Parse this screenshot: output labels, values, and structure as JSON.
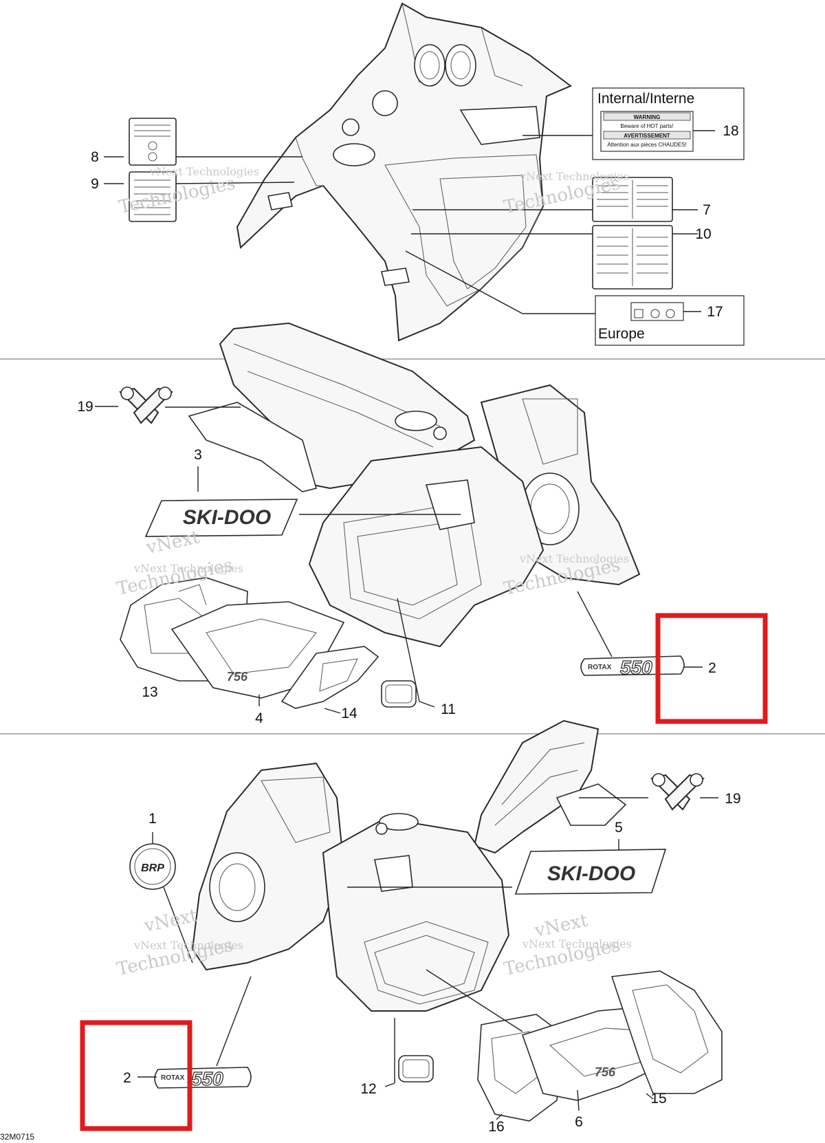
{
  "callouts": {
    "c1": "1",
    "c2a": "2",
    "c2b": "2",
    "c3": "3",
    "c4": "4",
    "c5": "5",
    "c6": "6",
    "c7": "7",
    "c8": "8",
    "c9": "9",
    "c10": "10",
    "c11": "11",
    "c12": "12",
    "c13": "13",
    "c14": "14",
    "c15": "15",
    "c16": "16",
    "c17": "17",
    "c18": "18",
    "c19a": "19",
    "c19b": "19"
  },
  "boxes": {
    "internal_title": "Internal/Interne",
    "europe_title": "Europe"
  },
  "decals": {
    "warning_word": "WARNING",
    "hot_en": "Beware of HOT parts!",
    "avert_word": "AVERTISSEMENT",
    "hot_fr": "Attention aux pièces CHAUDES!",
    "skidoo": "SKI-DOO",
    "rotax": "ROTAX",
    "engine": "550",
    "brp": "BRP"
  },
  "watermark": {
    "brand": "vNext Technologies",
    "word1": "vNext",
    "word2": "Technologies"
  },
  "figure_code": "32M0715",
  "highlight_color": "#e01b1b"
}
